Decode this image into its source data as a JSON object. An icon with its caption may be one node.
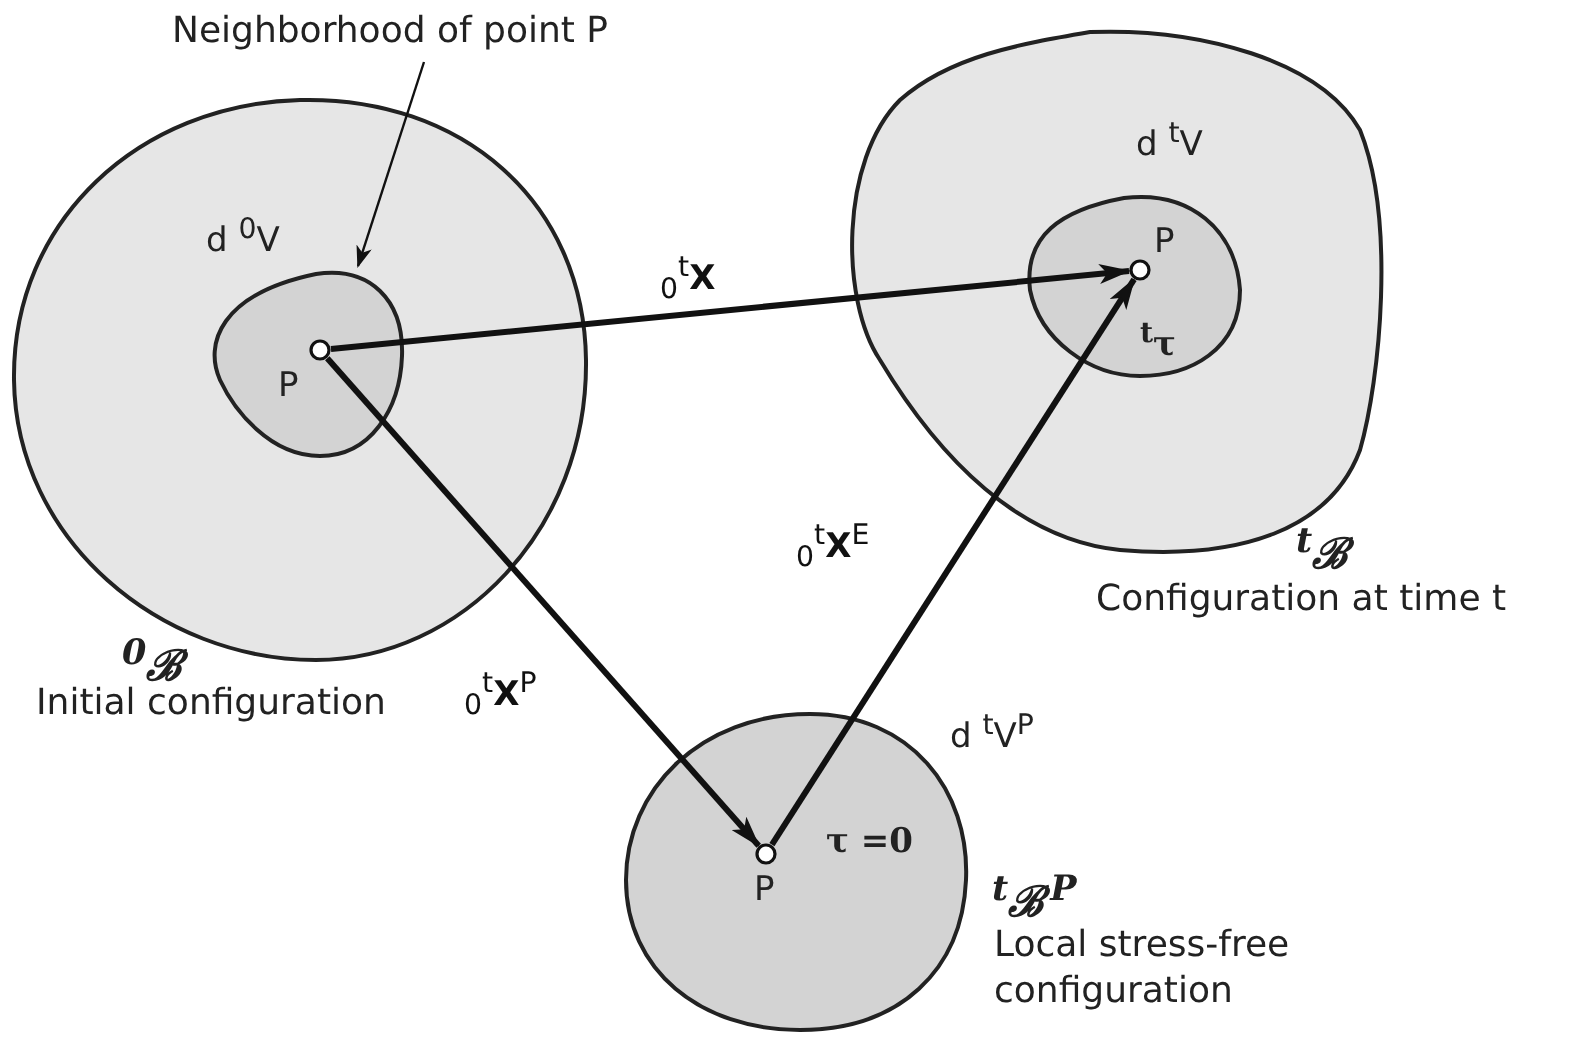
{
  "diagram": {
    "nodes": [
      {
        "text": [
          "$^{0}$ℬ",
          "Initial configuration"
        ]
      },
      {
        "text": [
          "d $^{0}$V"
        ],
        "in": 0
      },
      {
        "text": [
          "P"
        ],
        "in": 1
      },
      {
        "text": [
          "$^{t}$ℬ",
          "Configuration at time t"
        ]
      },
      {
        "text": [
          "d $^{t}$V",
          "$^{t}$τ"
        ],
        "in": 3
      },
      {
        "text": [
          "P"
        ],
        "in": 4
      },
      {
        "text": [
          "d $^{t}$V$^{P}$",
          "τ =0",
          "$^{t}$ℬ$^{P}$",
          "Local stress-free configuration"
        ]
      },
      {
        "text": [
          "P"
        ],
        "in": 6
      },
      {
        "text": [
          "Neighborhood of point P"
        ]
      }
    ],
    "edges": [
      {
        "from": 8,
        "to": 1,
        "arrow": "to"
      },
      {
        "from": 2,
        "to": 5,
        "arrow": "to",
        "label": "$_{0}$$^{t}$**X**"
      },
      {
        "from": 2,
        "to": 7,
        "arrow": "to",
        "label": "$_{0}$$^{t}$**X**$^{P}$"
      },
      {
        "from": 7,
        "to": 5,
        "arrow": "to",
        "label": "$_{0}$$^{t}$**X**$^{E}$"
      }
    ]
  }
}
